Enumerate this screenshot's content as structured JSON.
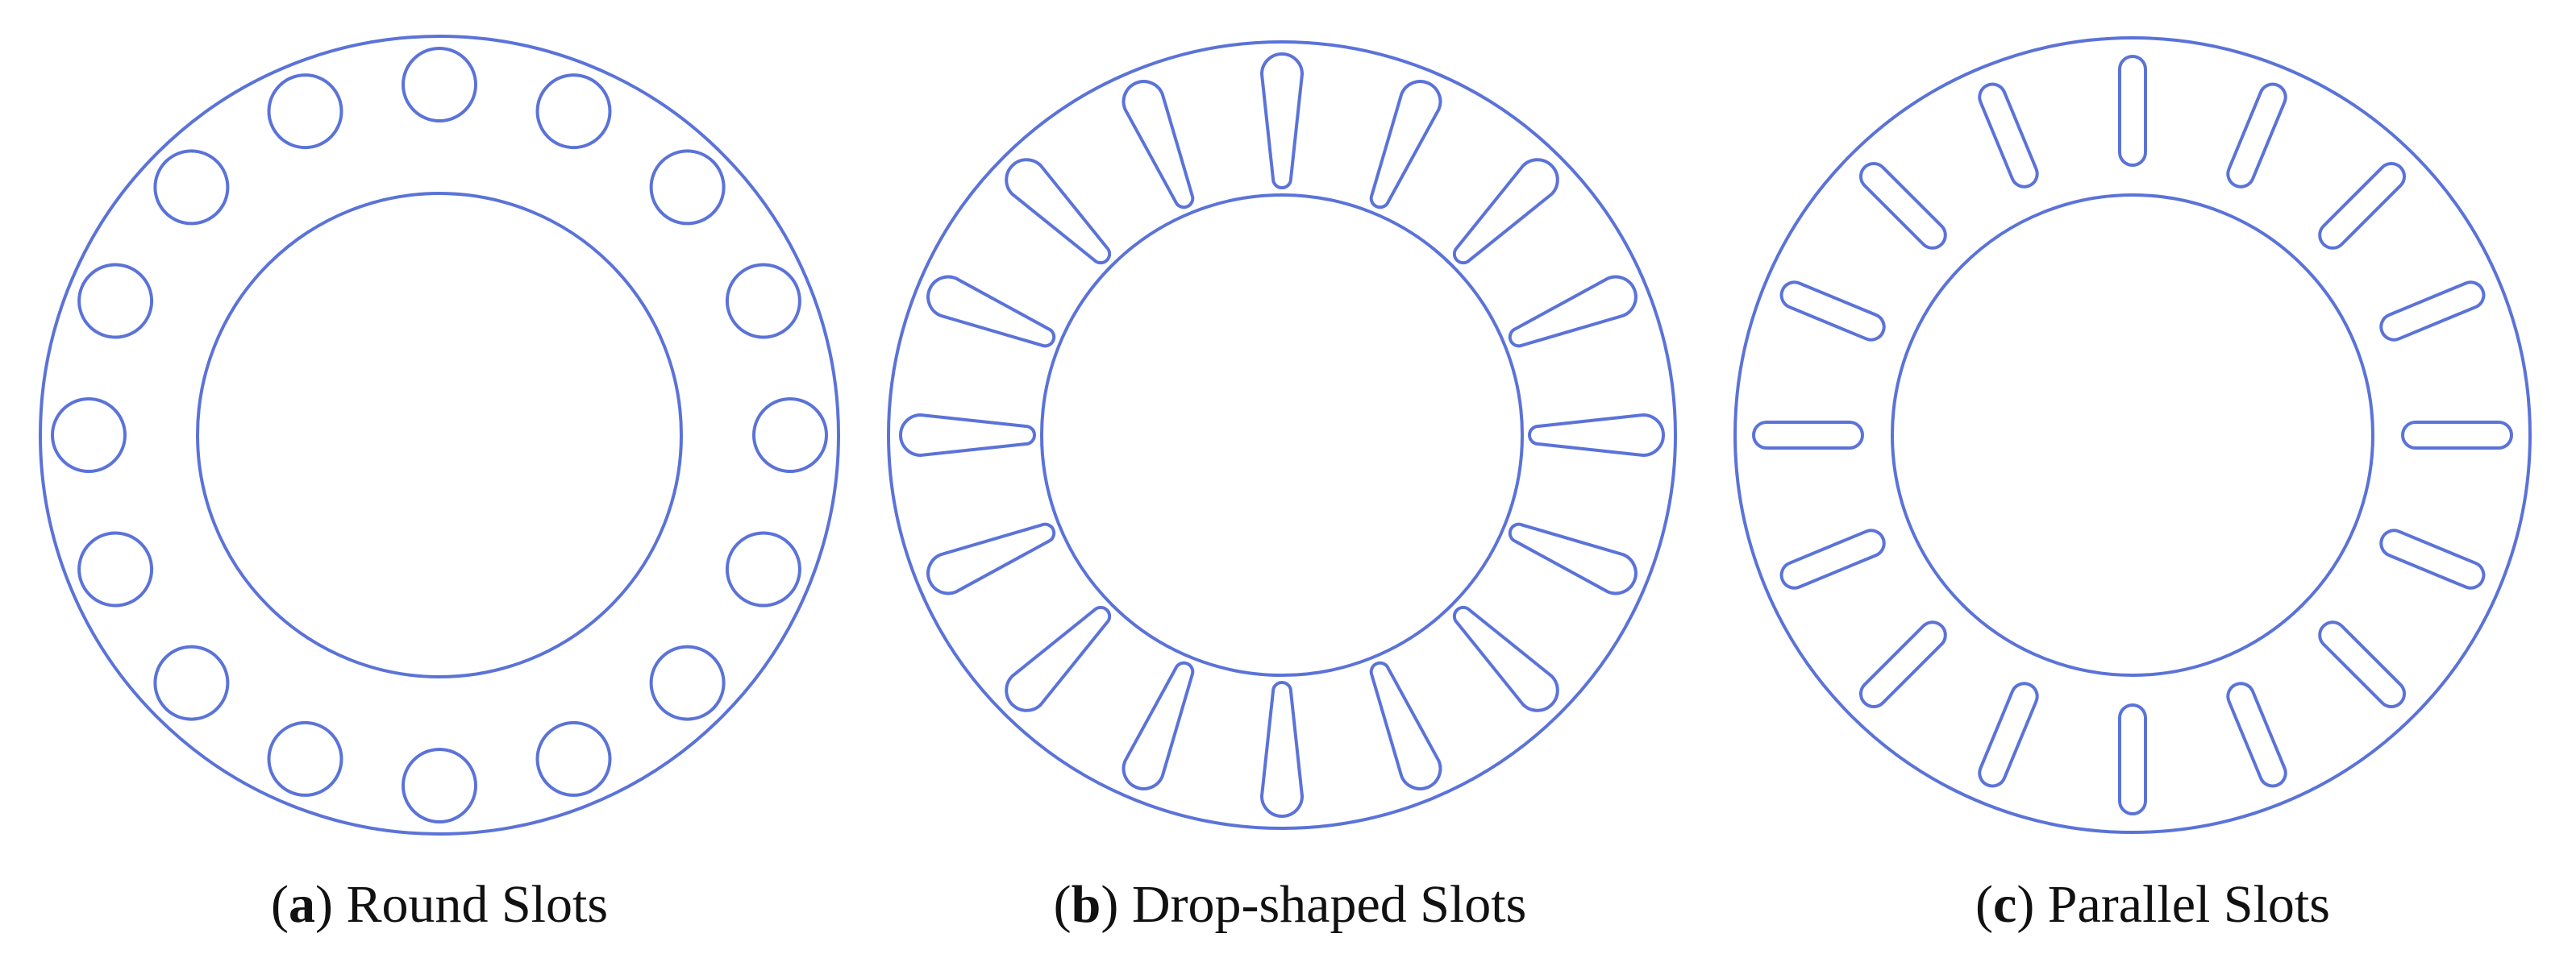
{
  "stroke_color": "#5b73d8",
  "panels": [
    {
      "id": "a",
      "letter": "a",
      "label": "Round Slots",
      "slot_shape": "round",
      "slot_count": 16
    },
    {
      "id": "b",
      "letter": "b",
      "label": "Drop-shaped Slots",
      "slot_shape": "drop",
      "slot_count": 16
    },
    {
      "id": "c",
      "letter": "c",
      "label": "Parallel Slots",
      "slot_shape": "parallel",
      "slot_count": 16
    }
  ]
}
